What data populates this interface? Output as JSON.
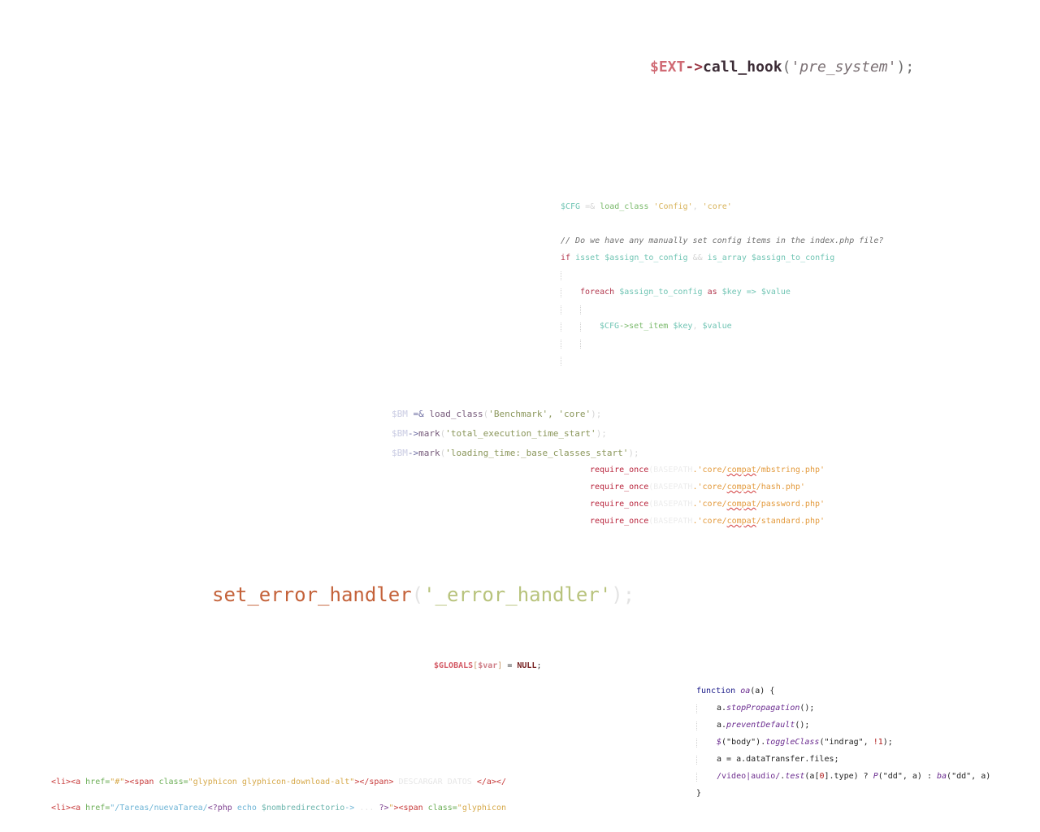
{
  "snippet_ext_hook": {
    "var": "$EXT",
    "arrow": "->",
    "fn": "call_hook",
    "open": "(",
    "arg": "'pre_system'",
    "close": ");"
  },
  "snippet_config": {
    "line1": {
      "var": "$CFG",
      "op": " =& ",
      "fn": "load_class",
      "p1": " ",
      "a1": "'Config'",
      "p2": ", ",
      "a2": "'core'",
      "p3": " "
    },
    "comment": "// Do we have any manually set config items in the index.php file?",
    "line3": {
      "kw": "if",
      "p1": " ",
      "fn1": "isset",
      "p2": " ",
      "v1": "$assign_to_config",
      "p3": " && ",
      "fn2": "is_array",
      "p4": " ",
      "v2": "$assign_to_config"
    },
    "line5": {
      "kw": "foreach",
      "p1": " ",
      "v1": "$assign_to_config",
      "as": " as ",
      "v2": "$key",
      "op": " => ",
      "v3": "$value"
    },
    "line7": {
      "v1": "$CFG",
      "op": "->",
      "fn": "set_item",
      "p1": " ",
      "v2": "$key",
      "p2": ", ",
      "v3": "$value"
    }
  },
  "snippet_benchmark": {
    "lines": [
      {
        "v": "$BM",
        "op": " =& ",
        "fn": "load_class",
        "p1": "(",
        "args": "'Benchmark', 'core'",
        "p2": ");"
      },
      {
        "v": "$BM",
        "op": "->",
        "fn": "mark",
        "p1": "(",
        "args": "'total_execution_time_start'",
        "p2": ");"
      },
      {
        "v": "$BM",
        "op": "->",
        "fn": "mark",
        "p1": "(",
        "args": "'loading_time:_base_classes_start'",
        "p2": ");"
      }
    ]
  },
  "snippet_require": {
    "kw": "require_once",
    "bp": "(BASEPATH",
    "lines": [
      {
        "pre": ".'core/",
        "sq": "compat",
        "post": "/mbstring.php'"
      },
      {
        "pre": ".'core/",
        "sq": "compat",
        "post": "/hash.php'"
      },
      {
        "pre": ".'core/",
        "sq": "compat",
        "post": "/password.php'"
      },
      {
        "pre": ".'core/",
        "sq": "compat",
        "post": "/standard.php'"
      }
    ]
  },
  "snippet_error_handler": {
    "fn": "set_error_handler",
    "open": "(",
    "arg": "'_error_handler'",
    "close": ");"
  },
  "snippet_globals": {
    "g": "$GLOBALS",
    "b1": "[",
    "v": "$var",
    "b2": "]",
    "eq": " = ",
    "nul": "NULL",
    "end": ";"
  },
  "snippet_js": {
    "l1": {
      "kw": "function",
      "sp": " ",
      "fn": "oa",
      "rest": "(a) {"
    },
    "l2": {
      "pre": "a.",
      "fn": "stopPropagation",
      "post": "();"
    },
    "l3": {
      "pre": "a.",
      "fn": "preventDefault",
      "post": "();"
    },
    "l4": {
      "d": "$",
      "p1": "(\"body\").",
      "fn": "toggleClass",
      "p2": "(\"indrag\", ",
      "num": "!1",
      "p3": ");"
    },
    "l5": {
      "text": "a = a.dataTransfer.files;"
    },
    "l6": {
      "rx": "/video|audio/",
      "p1": ".",
      "fn": "test",
      "p2": "(a[",
      "num": "0",
      "p3": "].type) ? ",
      "f2": "P",
      "p4": "(\"dd\", a) : ",
      "f3": "ba",
      "p5": "(\"dd\", a)"
    },
    "l7": {
      "text": "}"
    }
  },
  "snippet_html": {
    "l1": {
      "t1": "<li><a ",
      "a1": "href=",
      "v1": "\"#\"",
      "t2": "><span ",
      "a2": "class=",
      "v2": "\"glyphicon glyphicon-download-alt\"",
      "t3": "></span>",
      "faint": " DESCARGAR DATOS ",
      "t4": "</a></"
    },
    "l2": {
      "t1": "<li><a ",
      "a1": "href=",
      "v1": "\"/Tareas/nuevaTarea/",
      "p1": "<?php",
      "p2": " echo ",
      "pv": "$nombredirectorio",
      "p3": "->",
      "faint": " ... ",
      "p4": "?>",
      "v2": "\"",
      "t2": "><span ",
      "a2": "class=",
      "v3": "\"glyphicon"
    }
  }
}
